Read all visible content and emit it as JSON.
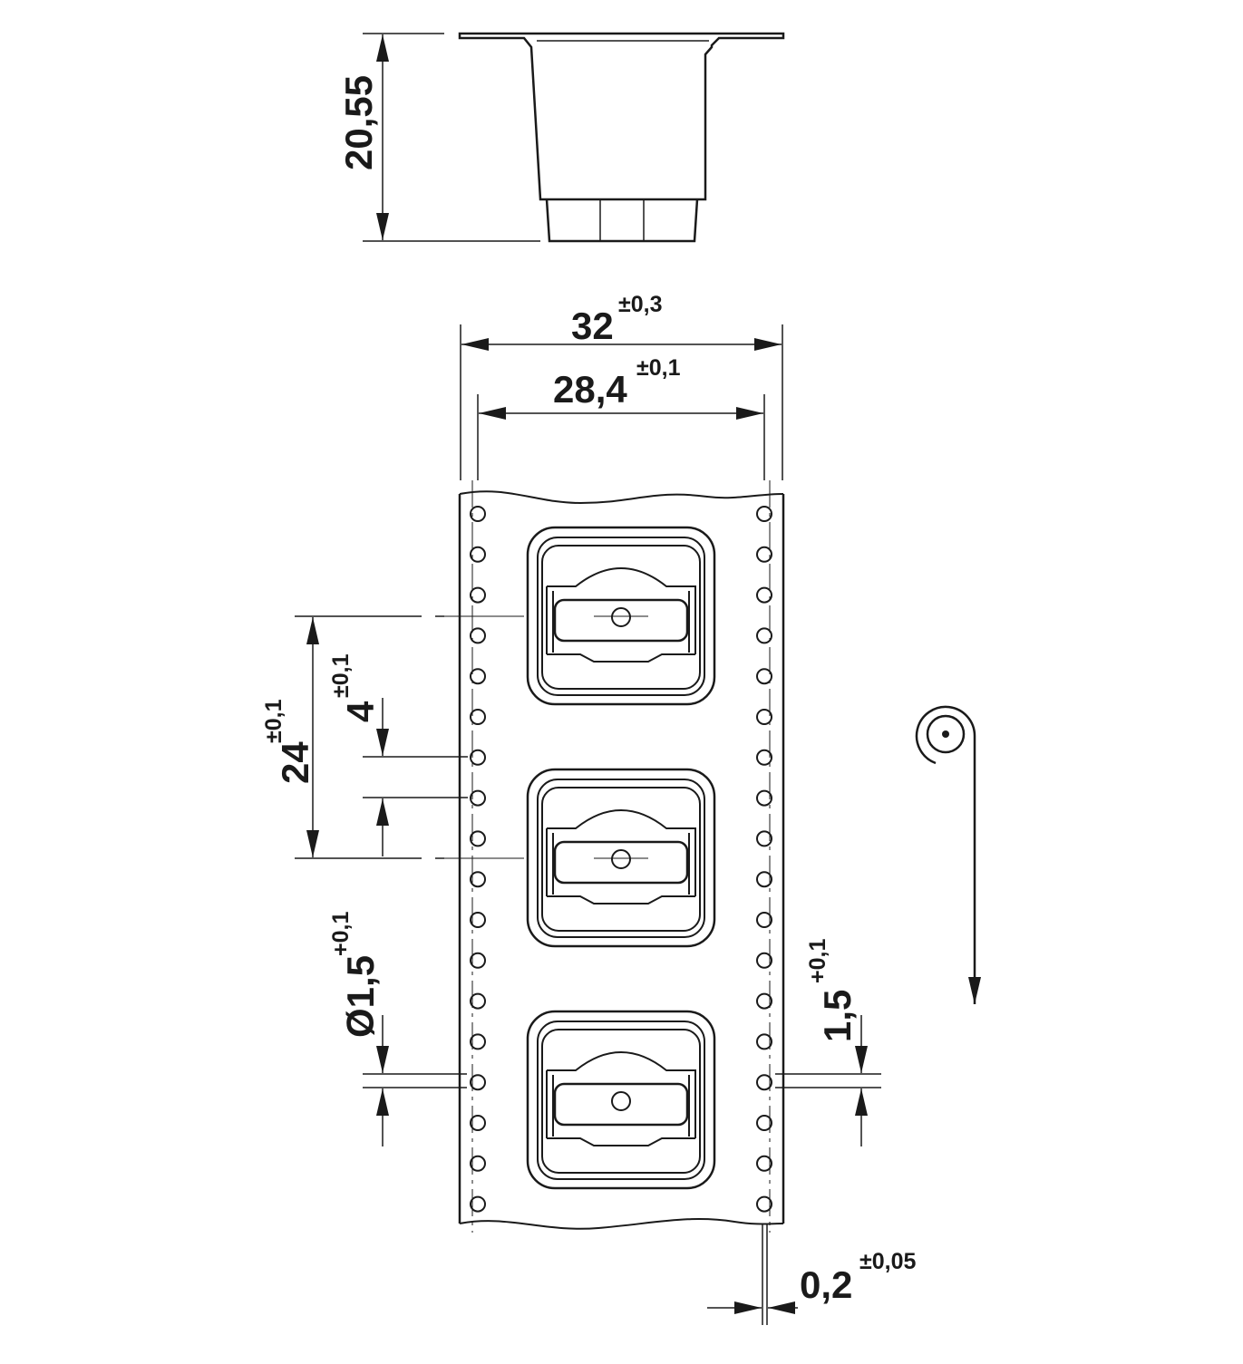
{
  "colors": {
    "line": "#1a1a1a",
    "background": "#ffffff"
  },
  "icons": [
    "reel-icon",
    "feed-direction-arrow-icon"
  ],
  "dimensions": {
    "height": {
      "value": "20,55"
    },
    "tape_width": {
      "value": "32",
      "tolerance": "±0,3"
    },
    "hole_spacing": {
      "value": "28,4",
      "tolerance": "±0,1"
    },
    "pocket_pitch": {
      "value": "24",
      "tolerance": "±0,1"
    },
    "hole_pitch": {
      "value": "4",
      "tolerance": "±0,1"
    },
    "hole_diameter": {
      "value": "Ø1,5",
      "tolerance": "+0,1"
    },
    "edge_offset": {
      "value": "1,5",
      "tolerance": "+0,1"
    },
    "thickness": {
      "value": "0,2",
      "tolerance": "±0,05"
    }
  }
}
